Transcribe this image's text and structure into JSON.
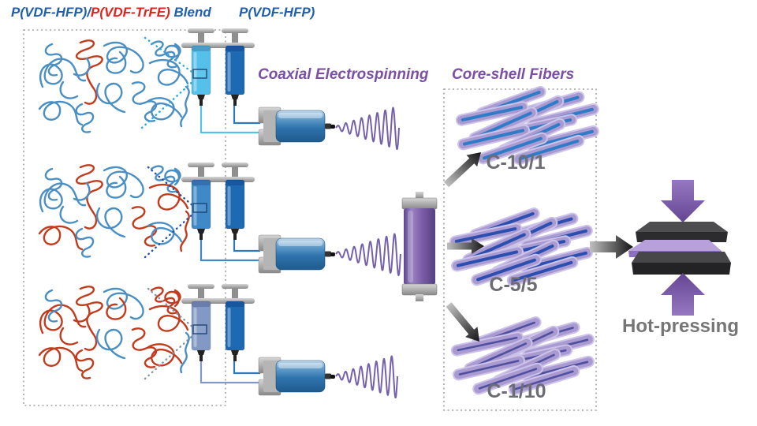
{
  "header": {
    "blend_label": {
      "part1": "P(VDF-HFP)/",
      "part2": "P(VDF-TrFE)",
      "part3": " Blend"
    },
    "core_label": "P(VDF-HFP)",
    "process_label": "Coaxial Electrospinning",
    "fibers_label": "Core-shell Fibers"
  },
  "fiber_mats": [
    {
      "label": "C-10/1",
      "core_color": "#2e7cc8",
      "core_width": 4
    },
    {
      "label": "C-5/5",
      "core_color": "#2b4fb0",
      "core_width": 4
    },
    {
      "label": "C-1/10",
      "core_color": "#50509f",
      "core_width": 2.6
    }
  ],
  "hot_press": {
    "label": "Hot-pressing"
  },
  "colors": {
    "blend_text_blue": "#1f5fae",
    "blend_text_red": "#e0231b",
    "heading_purple": "#7c4fa4",
    "label_gray": "#6c6c75",
    "polymer_blue": "#4a8fc4",
    "polymer_red": "#c33b1d",
    "fiber_shell": "#a99bd2",
    "fiber_shell_edge": "#cdc3e8",
    "syringe_blend_colors": [
      "#55c0ea",
      "#4089c8",
      "#8299c5"
    ],
    "syringe_core_color": "#1e6ab2",
    "tube_core_color": "#2f78bc",
    "collector_purple": "#7e5fa8",
    "coil_purple": "#7560ab",
    "callout_colors": [
      "#2aa9e0",
      "#23519f",
      "#8294a8"
    ],
    "press_arrow_purple": "#7a54a8"
  }
}
